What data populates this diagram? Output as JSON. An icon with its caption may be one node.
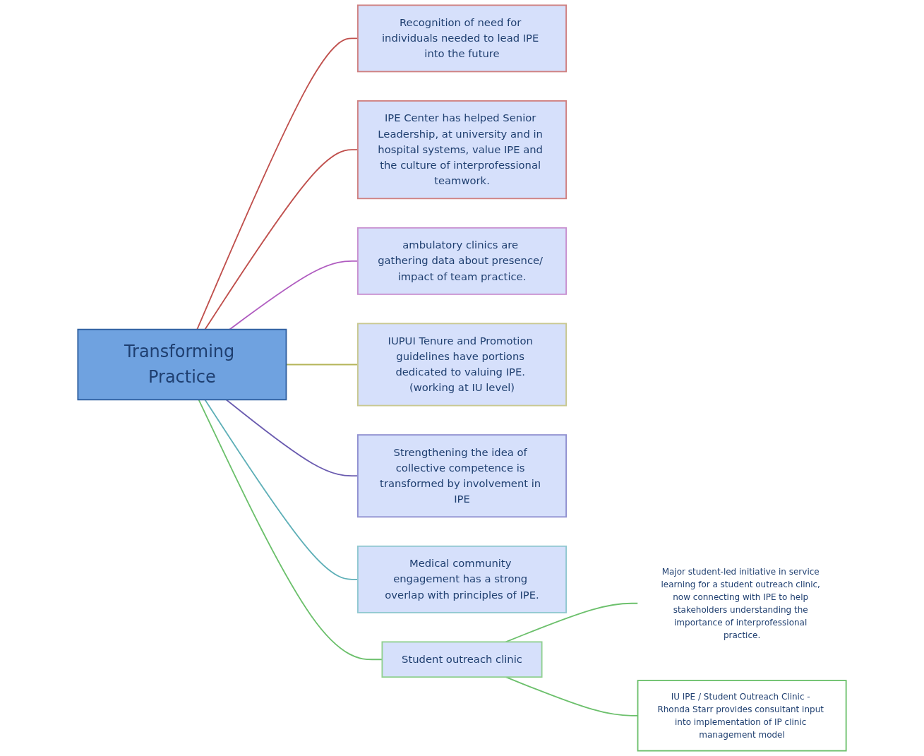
{
  "diagram": {
    "nodes": [
      {
        "text": [
          "Transforming Practice"
        ]
      },
      {
        "text": [
          "Recognition of need for individuals needed to lead IPE into the future"
        ]
      },
      {
        "text": [
          "IPE Center has helped Senior Leadership, at university and in hospital systems, value IPE and the culture of interprofessional teamwork."
        ]
      },
      {
        "text": [
          "ambulatory clinics are gathering data about presence/ impact of team practice."
        ]
      },
      {
        "text": [
          "IUPUI Tenure and Promotion guidelines have portions dedicated to valuing IPE. (working at IU level)"
        ]
      },
      {
        "text": [
          "Strengthening the idea of collective competence is transformed by involvement in IPE"
        ]
      },
      {
        "text": [
          "Medical community engagement has a strong overlap with principles of IPE."
        ]
      },
      {
        "text": [
          "Student outreach clinic"
        ]
      },
      {
        "text": [
          "Major student-led initiative in service learning for a student outreach clinic, now connecting with IPE to help stakeholders understanding the importance of interprofessional practice."
        ]
      },
      {
        "text": [
          "IU IPE / Student Outreach Clinic - Rhonda Starr provides consultant input into implementation of IP clinic management model"
        ]
      }
    ],
    "edges": [
      {
        "from": 0,
        "to": 1,
        "arrow": "none",
        "color": "#c0504d"
      },
      {
        "from": 0,
        "to": 2,
        "arrow": "none",
        "color": "#c0504d"
      },
      {
        "from": 0,
        "to": 3,
        "arrow": "none",
        "color": "#b05cc0"
      },
      {
        "from": 0,
        "to": 4,
        "arrow": "none",
        "color": "#b5b55a"
      },
      {
        "from": 0,
        "to": 5,
        "arrow": "none",
        "color": "#6b5cb0"
      },
      {
        "from": 0,
        "to": 6,
        "arrow": "none",
        "color": "#5fb0b8"
      },
      {
        "from": 0,
        "to": 7,
        "arrow": "none",
        "color": "#6cc06c"
      },
      {
        "from": 7,
        "to": 8,
        "arrow": "none",
        "color": "#6cc06c"
      },
      {
        "from": 7,
        "to": 9,
        "arrow": "none",
        "color": "#6cc06c"
      }
    ]
  }
}
